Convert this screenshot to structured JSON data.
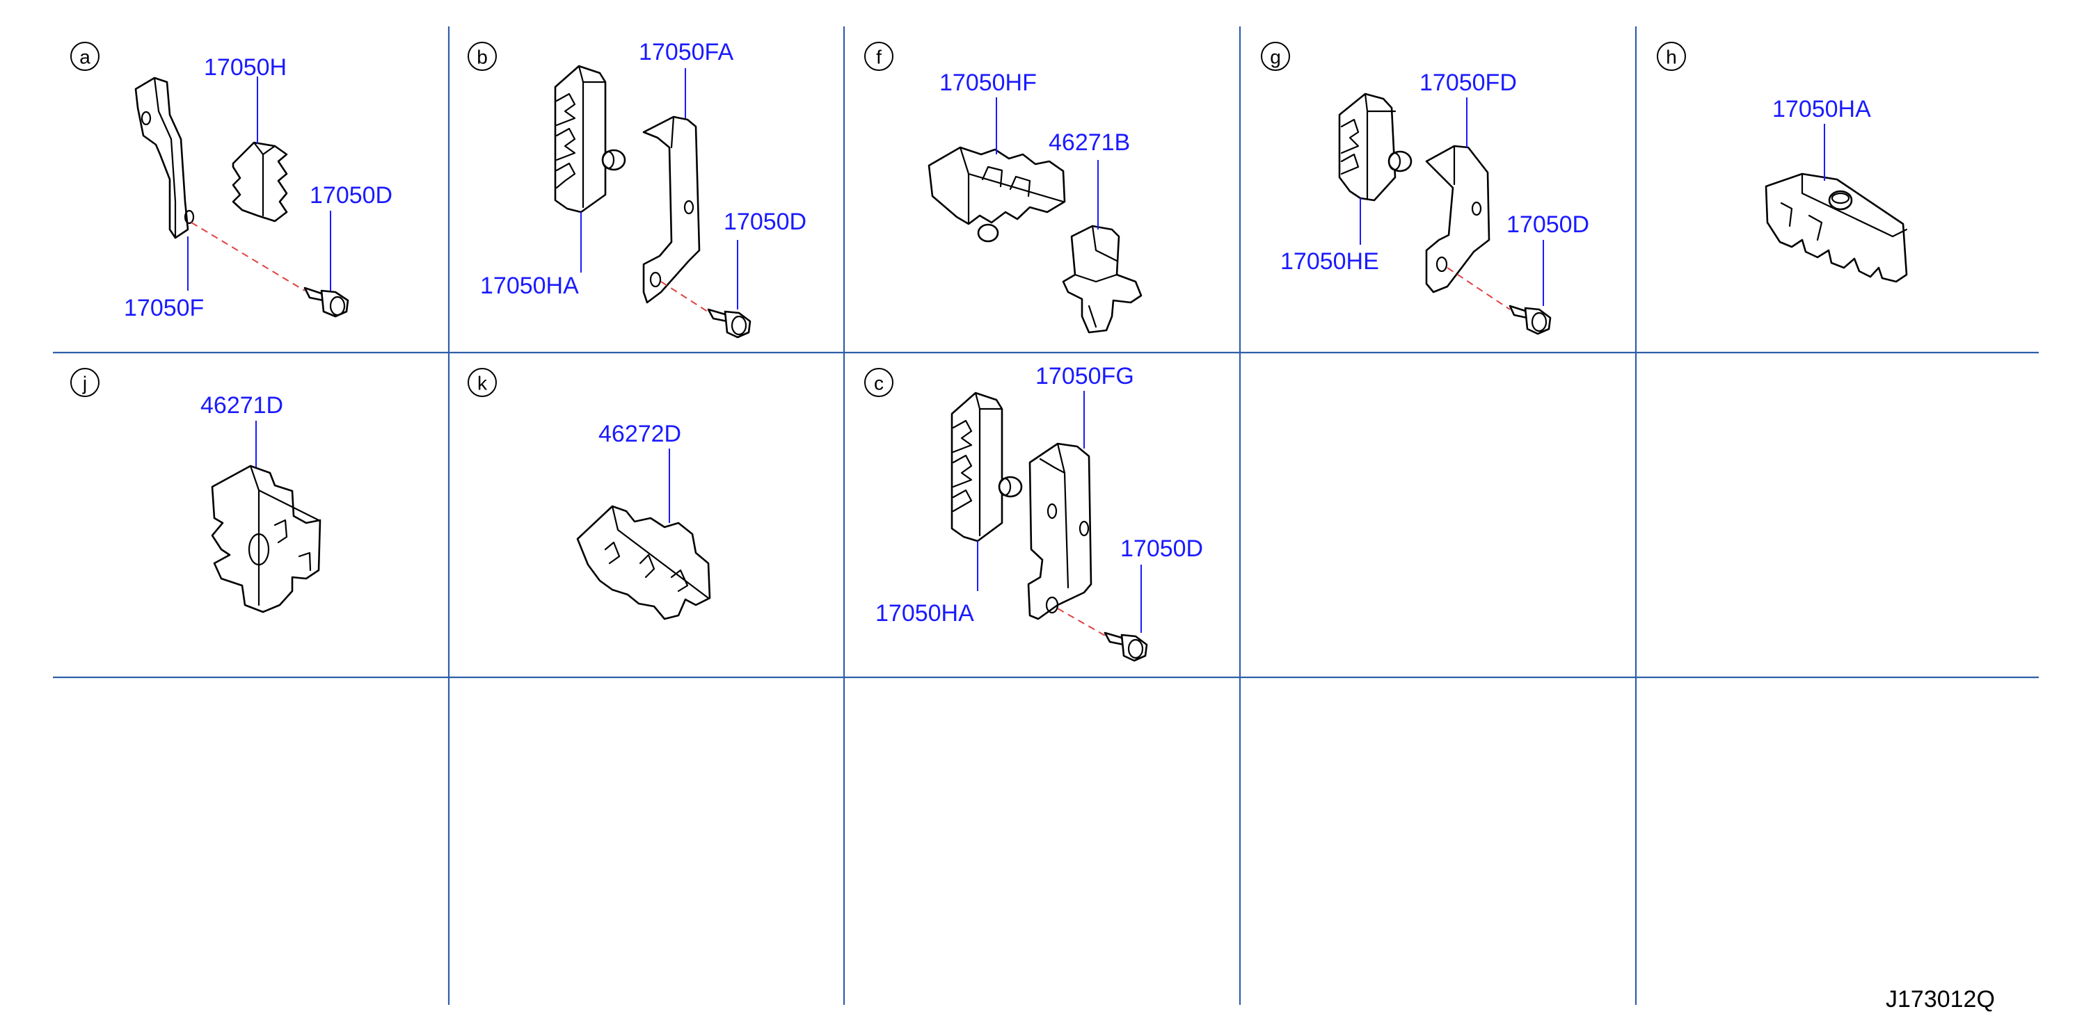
{
  "diagram": {
    "document_code": "J173012Q",
    "cells": [
      {
        "id": "a",
        "badge": "a",
        "labels": [
          "17050H",
          "17050D",
          "17050F"
        ]
      },
      {
        "id": "b",
        "badge": "b",
        "labels": [
          "17050FA",
          "17050D",
          "17050HA"
        ]
      },
      {
        "id": "f",
        "badge": "f",
        "labels": [
          "17050HF",
          "46271B"
        ]
      },
      {
        "id": "g",
        "badge": "g",
        "labels": [
          "17050FD",
          "17050D",
          "17050HE"
        ]
      },
      {
        "id": "h",
        "badge": "h",
        "labels": [
          "17050HA"
        ]
      },
      {
        "id": "j",
        "badge": "j",
        "labels": [
          "46271D"
        ]
      },
      {
        "id": "k",
        "badge": "k",
        "labels": [
          "46272D"
        ]
      },
      {
        "id": "c",
        "badge": "c",
        "labels": [
          "17050FG",
          "17050D",
          "17050HA"
        ]
      }
    ]
  }
}
